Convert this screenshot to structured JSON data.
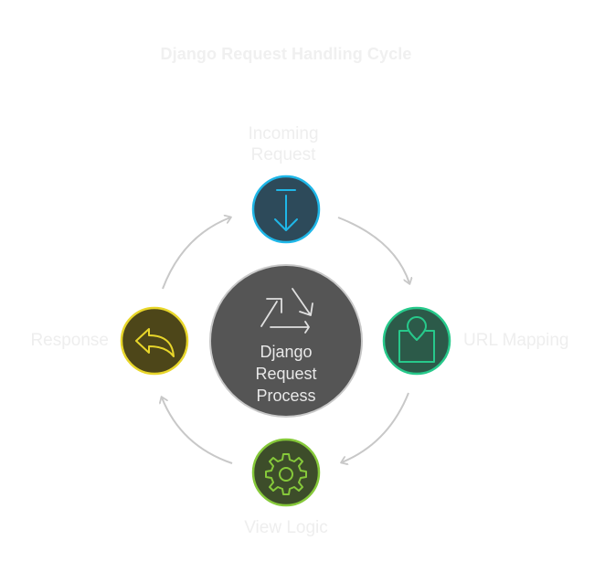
{
  "title": "Django Request Handling Cycle",
  "center": {
    "lines": [
      "Django",
      "Request",
      "Process"
    ]
  },
  "nodes": [
    {
      "id": "incoming-request",
      "label": "Incoming Request",
      "label_lines": [
        "Incoming",
        "Request"
      ],
      "icon": "download-arrow-icon",
      "fill": "#2d4a5a",
      "stroke": "#1fb7e8"
    },
    {
      "id": "url-mapping",
      "label": "URL Mapping",
      "icon": "location-pin-icon",
      "fill": "#2c5a49",
      "stroke": "#27c98b"
    },
    {
      "id": "view-logic",
      "label": "View Logic",
      "icon": "gear-icon",
      "fill": "#3d4d2a",
      "stroke": "#86c93a"
    },
    {
      "id": "response",
      "label": "Response",
      "icon": "reply-arrow-icon",
      "fill": "#4d4619",
      "stroke": "#e8d62a"
    }
  ],
  "colors": {
    "center_fill": "#555555",
    "center_stroke": "#c8c8c8",
    "cycle_arrows": "#c8c8c8",
    "center_icon": "#e0e0e0"
  }
}
